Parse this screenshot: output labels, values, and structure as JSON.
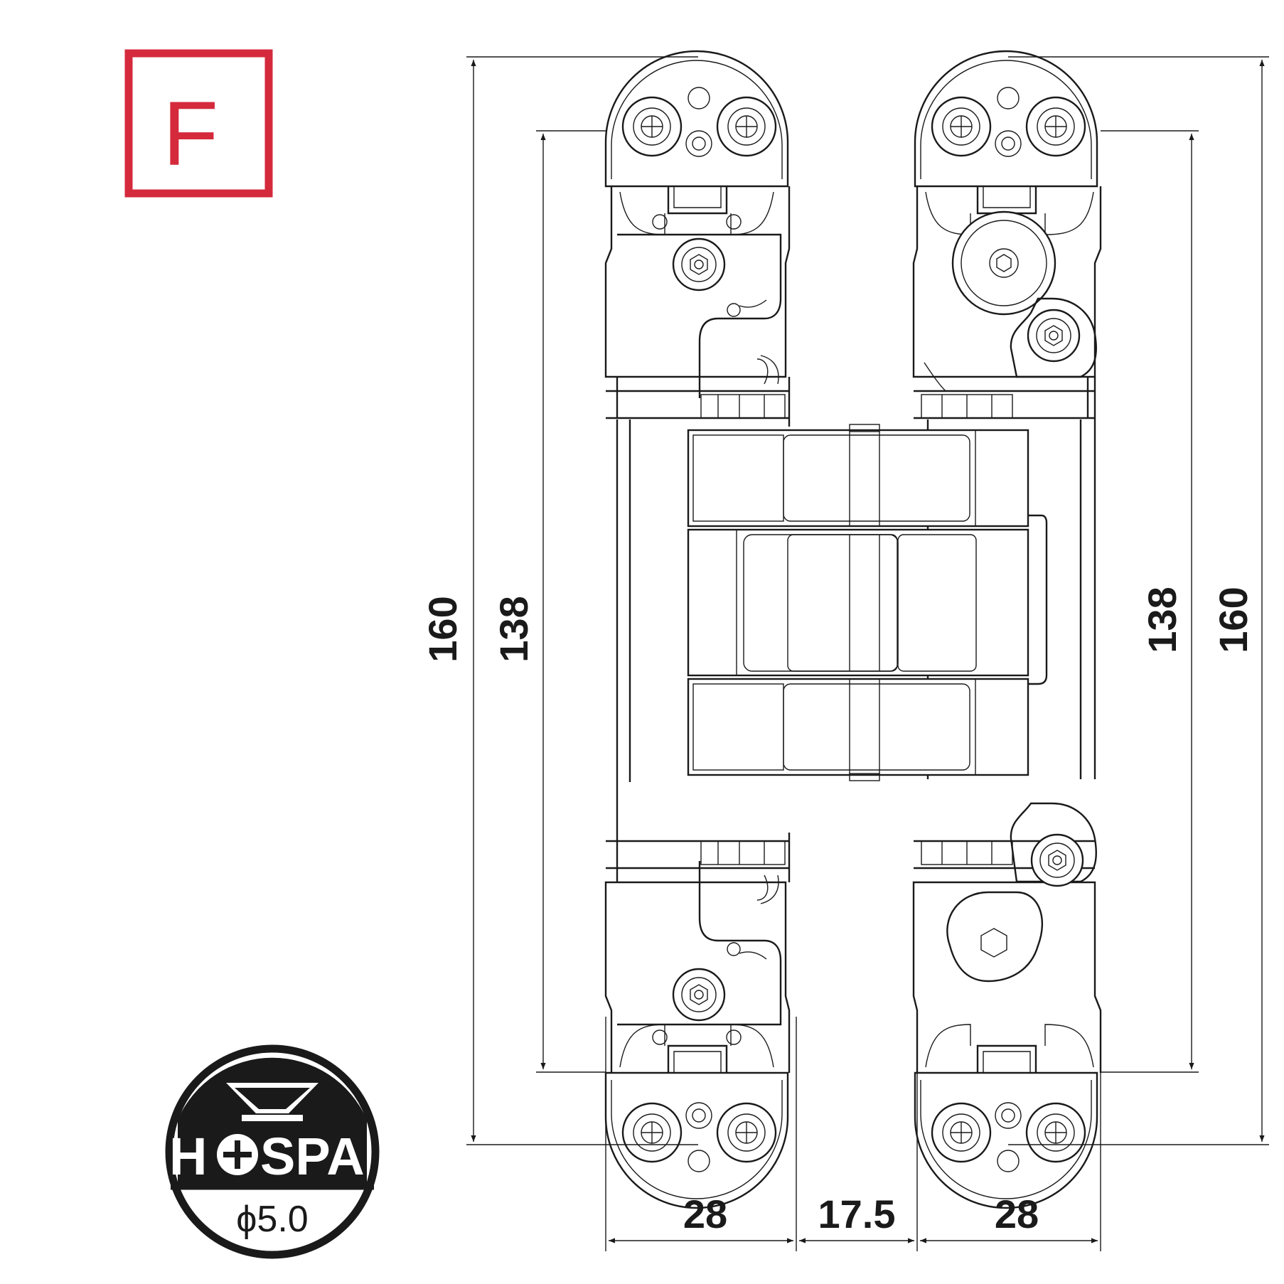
{
  "fire_badge": {
    "letter": "F",
    "color": "#d42a3c"
  },
  "screw_badge": {
    "brand_before": "H",
    "brand_after": "SPA",
    "diameter": "ϕ5.0",
    "icons": [
      "countersunk-screw-icon",
      "phillips-head-icon"
    ]
  },
  "dimensions": {
    "left_overall": "160",
    "left_screw_pitch": "138",
    "right_screw_pitch": "138",
    "right_overall": "160",
    "left_leaf_width": "28",
    "gap": "17.5",
    "right_leaf_width": "28"
  },
  "colors": {
    "line": "#1a1a1a",
    "background": "#ffffff"
  }
}
